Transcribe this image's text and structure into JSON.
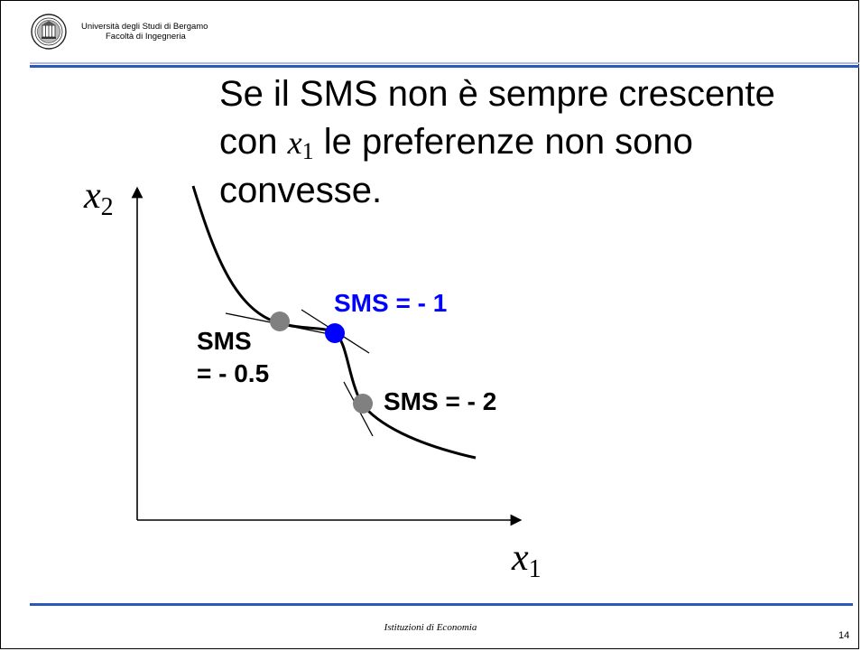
{
  "header": {
    "university": "Università degli Studi di Bergamo",
    "faculty": "Facoltà di Ingegneria",
    "logo_icon": "university-seal-icon"
  },
  "title": {
    "line1": "Se il SMS non è sempre crescente",
    "line2_pre": "con",
    "line2_var": "x",
    "line2_sub": "1",
    "line2_post": "le preferenze non sono",
    "line3": "convesse."
  },
  "diagram": {
    "y_axis_label": "x",
    "y_axis_sub": "2",
    "x_axis_label": "x",
    "x_axis_sub": "1",
    "annotations": {
      "blue": "SMS = - 1",
      "half_line1": "SMS",
      "half_line2": "= - 0.5",
      "two": "SMS = - 2"
    },
    "point_colors": {
      "gray": "#808080",
      "blue": "#0000ff"
    }
  },
  "footer": {
    "text": "Istituzioni di Economia",
    "page": "14"
  },
  "colors": {
    "accent_blue": "#2c58b8",
    "rule_light": "#a8bce4"
  }
}
